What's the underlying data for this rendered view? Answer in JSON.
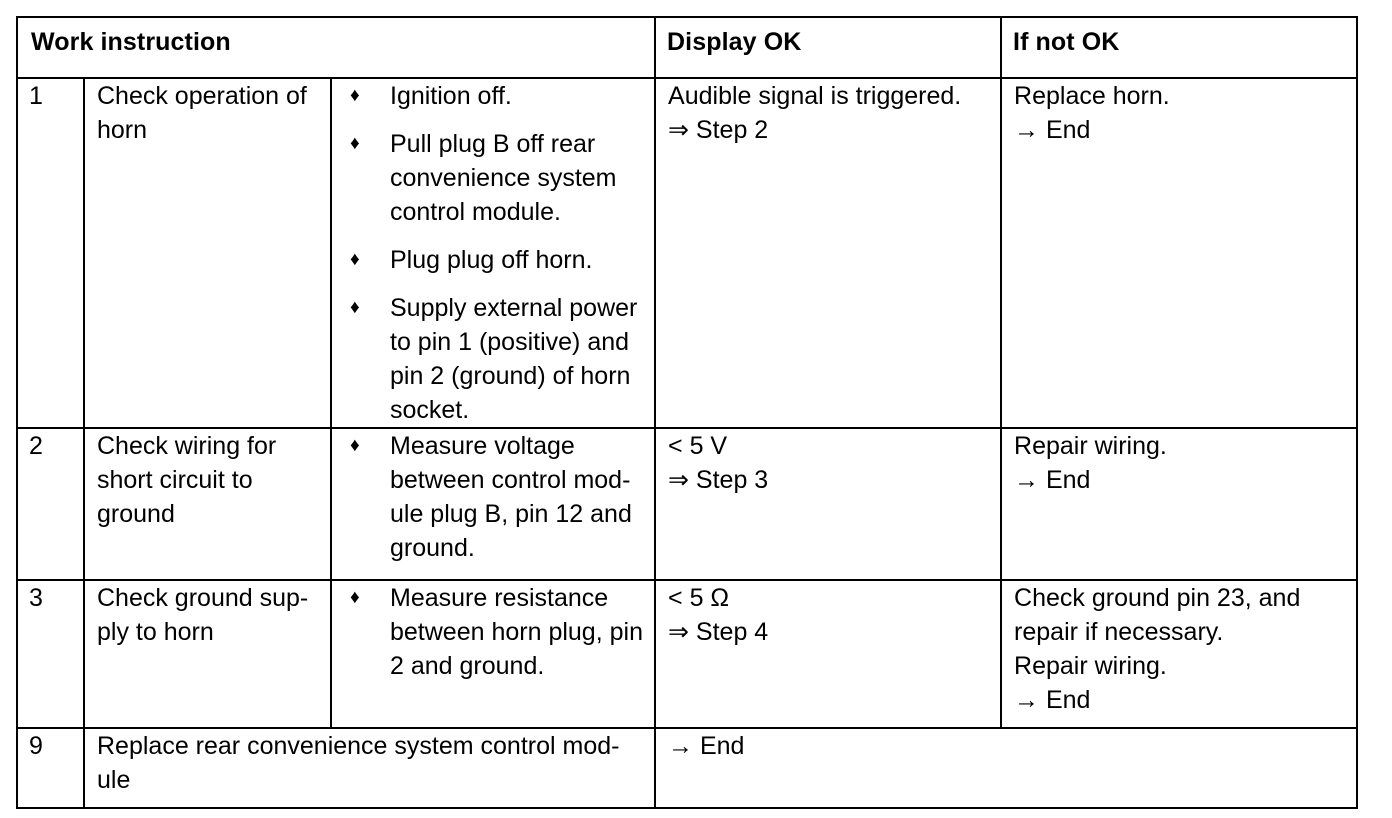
{
  "table": {
    "headers": {
      "work_instruction": "Work instruction",
      "display_ok": "Display OK",
      "if_not_ok": "If not OK"
    },
    "rows": [
      {
        "num": "1",
        "task": "Check operation of horn",
        "steps": [
          "Ignition off.",
          "Pull plug B off rear convenience system control module.",
          "Plug plug off horn.",
          "Supply external power to pin 1 (positive) and pin 2 (ground) of horn socket."
        ],
        "bullet_glyph": "♦",
        "display_ok": [
          "Audible signal is triggered.",
          "⇒ Step 2"
        ],
        "if_not_ok": [
          "Replace horn.",
          "→ End"
        ]
      },
      {
        "num": "2",
        "task": "Check wiring for short circuit to ground",
        "steps": [
          "Measure voltage between control mod-ule plug B, pin 12 and ground."
        ],
        "bullet_glyph": "♦",
        "display_ok": [
          "< 5 V",
          "⇒ Step 3"
        ],
        "if_not_ok": [
          "Repair wiring.",
          "→ End"
        ]
      },
      {
        "num": "3",
        "task": "Check ground sup-ply to horn",
        "steps": [
          "Measure resistance between horn plug, pin 2 and ground."
        ],
        "bullet_glyph": "♦",
        "display_ok": [
          "< 5 Ω",
          "⇒ Step 4"
        ],
        "if_not_ok": [
          "Check ground pin 23, and repair if necessary.",
          "Repair wiring.",
          "→ End"
        ]
      },
      {
        "num": "9",
        "task": "Replace rear convenience system control mod-ule",
        "steps": [],
        "bullet_glyph": "♦",
        "display_ok": [
          "→ End"
        ],
        "if_not_ok": []
      }
    ]
  },
  "colors": {
    "border": "#000000",
    "text": "#000000",
    "background": "#ffffff"
  }
}
